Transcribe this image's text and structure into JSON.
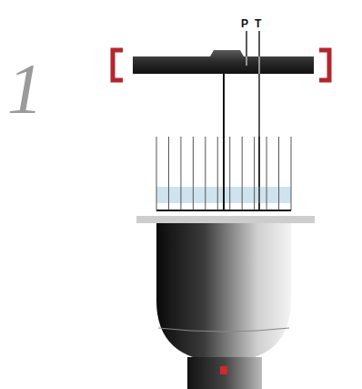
{
  "diagram": {
    "labels": [
      "1",
      "P",
      "T"
    ]
  }
}
